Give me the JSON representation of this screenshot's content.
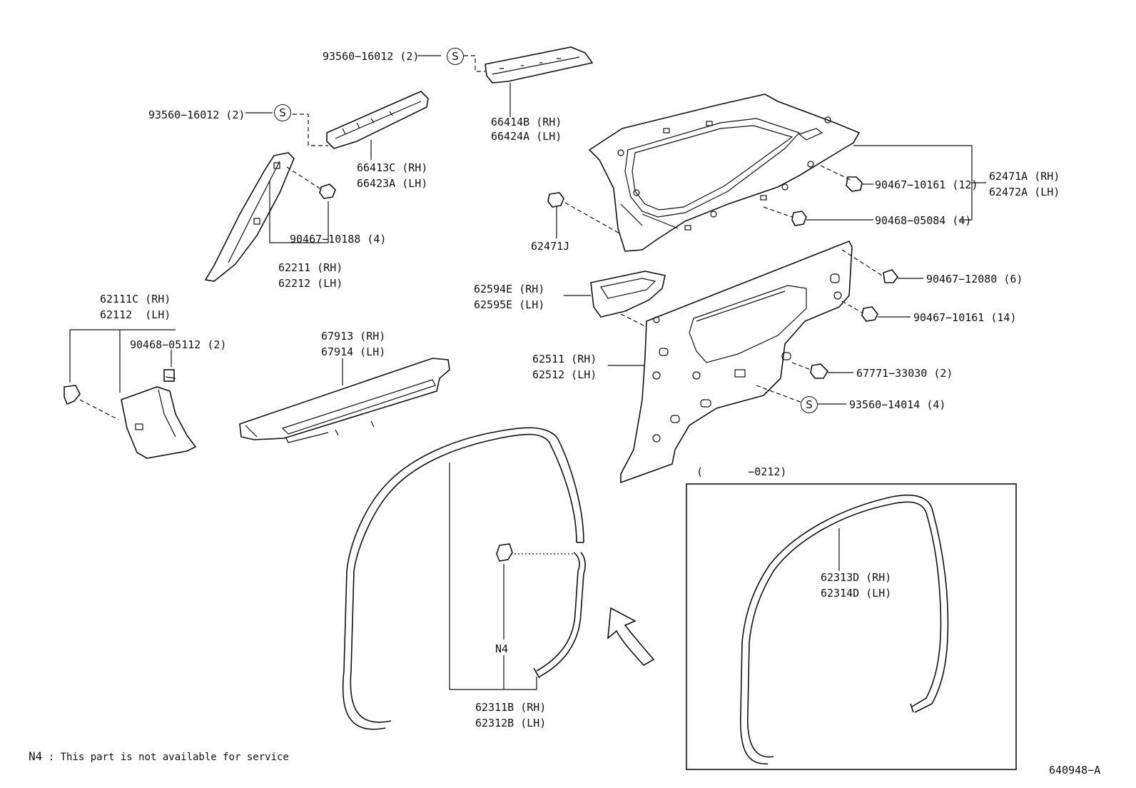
{
  "labels": {
    "p93560_16012_top": "93560−16012 (2)",
    "p93560_16012_left": "93560−16012 (2)",
    "p66414B": "66414B (RH)",
    "p66424A": "66424A (LH)",
    "p66413C": "66413C (RH)",
    "p66423A": "66423A (LH)",
    "p90467_10188": "90467−10188 (4)",
    "p62211": "62211 (RH)",
    "p62212": "62212 (LH)",
    "p62111C": "62111C (RH)",
    "p62112": "62112  (LH)",
    "p90468_05112": "90468−05112 (2)",
    "p67913": "67913 (RH)",
    "p67914": "67914 (LH)",
    "p62471J": "62471J",
    "p90467_10161_12": "90467−10161 (12)",
    "p90468_05084": "90468−05084 (4)",
    "p62471A": "62471A (RH)",
    "p62472A": "62472A (LH)",
    "p62594E": "62594E (RH)",
    "p62595E": "62595E (LH)",
    "p90467_12080": "90467−12080 (6)",
    "p90467_10161_14": "90467−10161 (14)",
    "p62511": "62511 (RH)",
    "p62512": "62512 (LH)",
    "p67771_33030": "67771−33030 (2)",
    "p93560_14014": "93560−14014 (4)",
    "inset_range": "(       −0212)",
    "p62313D": "62313D (RH)",
    "p62314D": "62314D (LH)",
    "n4_marker": "N4",
    "p62311B": "62311B (RH)",
    "p62312B": "62312B (LH)"
  },
  "badge_symbol": "S",
  "footnote": {
    "code": "N4",
    "text": ": This part is not available for service"
  },
  "diagram_id": "640948−A"
}
